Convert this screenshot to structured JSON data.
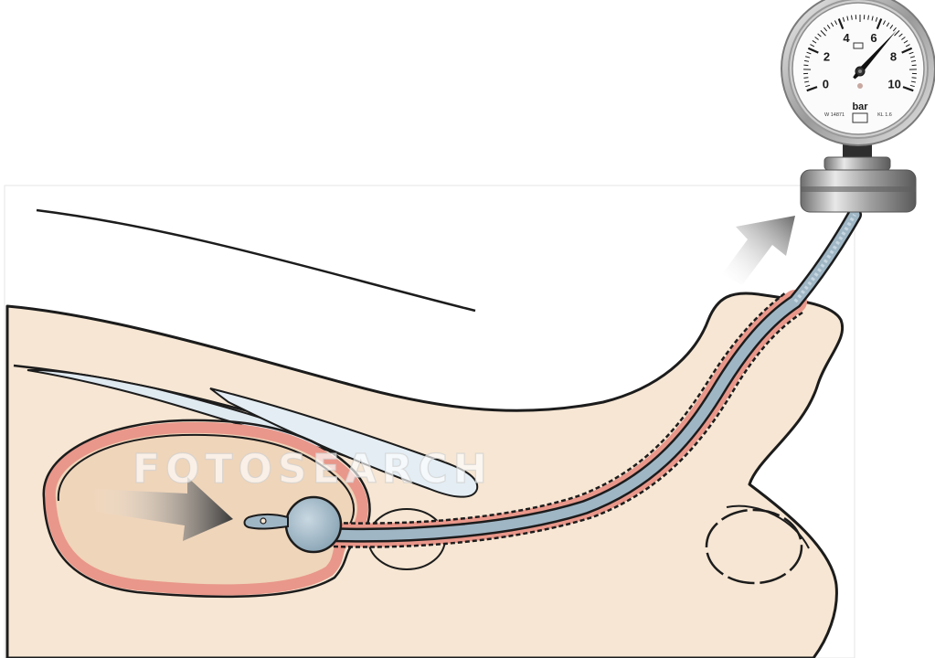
{
  "watermark": {
    "text": "FOTOSEARCH"
  },
  "gauge": {
    "scale_labels": [
      "0",
      "2",
      "4",
      "6",
      "8",
      "10"
    ],
    "unit": "bar",
    "left_small_text": "W 14871",
    "right_small_text": "KL 1.6",
    "needle_reading": 6.9
  },
  "colors": {
    "skin": "#f6e6d3",
    "bladder_fill": "#efd5ba",
    "bladder_wall": "#e9978a",
    "catheter": "#9fb6c5",
    "outline": "#1c1c1c",
    "arrow": "#555555"
  }
}
